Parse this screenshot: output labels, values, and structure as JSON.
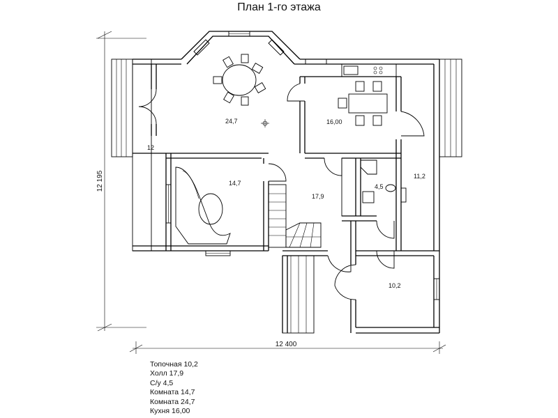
{
  "title": "План 1-го этажа",
  "dimensions": {
    "width": "12 400",
    "height": "12 195"
  },
  "rooms": [
    {
      "id": "room-large",
      "area": "24,7"
    },
    {
      "id": "kitchen",
      "area": "16,00"
    },
    {
      "id": "veranda-left",
      "area": "12"
    },
    {
      "id": "room-small",
      "area": "14,7"
    },
    {
      "id": "hall",
      "area": "17,9"
    },
    {
      "id": "bathroom",
      "area": "4,5"
    },
    {
      "id": "veranda-right",
      "area": "11,2"
    },
    {
      "id": "furnace-room",
      "area": "10,2"
    }
  ],
  "legend": [
    {
      "name": "Топочная",
      "area": "10,2"
    },
    {
      "name": "Холл",
      "area": "17,9"
    },
    {
      "name": "С/у",
      "area": "4,5"
    },
    {
      "name": "Комната",
      "area": "14,7"
    },
    {
      "name": "Комната",
      "area": "24,7"
    },
    {
      "name": "Кухня",
      "area": "16,00"
    }
  ]
}
